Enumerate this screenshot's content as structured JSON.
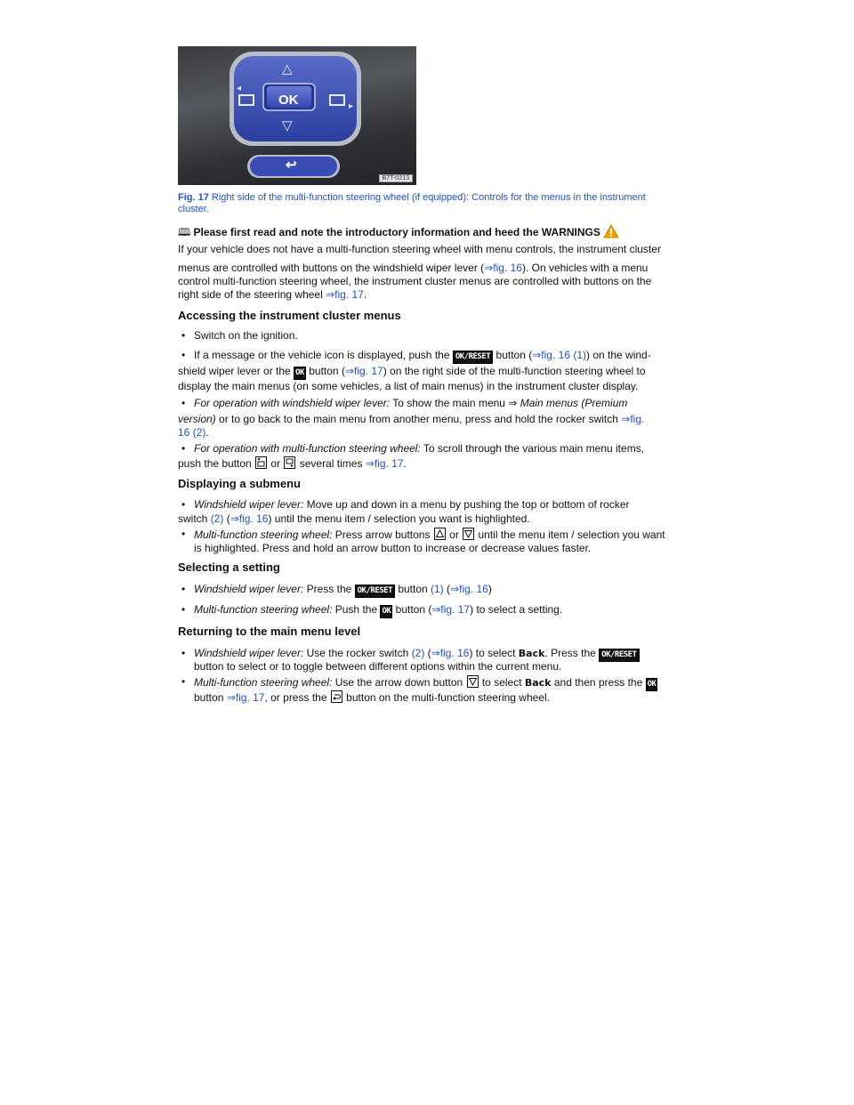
{
  "figure": {
    "image_code": "B7T-0213",
    "photo_buttons": {
      "ok_label": "OK",
      "up_symbol": "△",
      "down_symbol": "▽",
      "left_arrow": "◂",
      "right_arrow": "▸",
      "back_symbol": "↩"
    },
    "caption_label": "Fig. 17",
    "caption_text": "Right side of the multi-function steering wheel (if equipped): Controls for the menus in the instrument cluster."
  },
  "intro": {
    "book_symbol": "🕮",
    "heading": "Please first read and note the introductory information and heed the WARNINGS",
    "p1_line1": "If your vehicle does not have a multi-function steering wheel with menu controls, the instrument cluster",
    "p1_line2a": "menus are controlled with buttons on the windshield wiper lever (",
    "p1_arrow": "⇒",
    "p1_fig16": "fig. 16",
    "p1_line2b": "). On vehicles with a menu control multi-function steering wheel, the instrument cluster menus are controlled with buttons on the",
    "p1_line4a": "right side of the steering wheel ",
    "p1_fig17": "fig. 17",
    "p1_line4b": "."
  },
  "keys": {
    "ok_reset": "OK/RESET",
    "ok": "OK",
    "back": "Back"
  },
  "sections": {
    "accessing": {
      "heading": "Accessing the instrument cluster menus",
      "b1": "Switch on the ignition.",
      "b2_a": "If a message or the vehicle icon is displayed, push the ",
      "b2_b": " button (",
      "b2_link": "fig. 16 (1)",
      "b2_c": ") on the wind-",
      "b2_d": "shield wiper lever or the ",
      "b2_e": " button (",
      "b2_link2": "fig. 17",
      "b2_f": ") on the right side of the multi-function steering wheel to display the main menus (on some vehicles, a list of main menus) in the instrument cluster display.",
      "b3_it": "For operation with windshield wiper lever:",
      "b3_a": " To show the main menu ",
      "b3_menu": " Main menus (Premium",
      "b3_menu2": "version)",
      "b3_b": " or to go back to the main menu from another menu, press and hold the rocker switch ",
      "b3_link": "fig. 16",
      "b3_link2": "(2)",
      "b3_c": ".",
      "b4_it": "For operation with multi-function steering wheel:",
      "b4_a": " To scroll through the various main menu items,",
      "b4_b": "push the button ",
      "b4_or": " or ",
      "b4_c": " several times ",
      "b4_link": "fig. 17",
      "b4_d": "."
    },
    "submenu": {
      "heading": "Displaying a submenu",
      "b1_it": "Windshield wiper lever:",
      "b1_a": " Move up and down in a menu by pushing the top or bottom of rocker",
      "b1_b": "switch ",
      "b1_num": "(2)",
      "b1_c": " (",
      "b1_link": "fig. 16",
      "b1_d": ") until the menu item / selection you want is highlighted.",
      "b2_it": "Multi-function steering wheel:",
      "b2_a": " Press arrow buttons ",
      "b2_or": " or ",
      "b2_b": " until the menu item / selection you want is highlighted. Press and hold an arrow button to increase or decrease values faster."
    },
    "setting": {
      "heading": "Selecting a setting",
      "b1_it": "Windshield wiper lever:",
      "b1_a": " Press the ",
      "b1_b": " button ",
      "b1_num": "(1)",
      "b1_c": " (",
      "b1_link": "fig. 16",
      "b1_d": ")",
      "b2_it": "Multi-function steering wheel:",
      "b2_a": " Push the ",
      "b2_b": " button (",
      "b2_link": "fig. 17",
      "b2_c": ") to select a setting."
    },
    "returning": {
      "heading": "Returning to the main menu level",
      "b1_it": "Windshield wiper lever:",
      "b1_a": " Use the rocker switch ",
      "b1_num": "(2)",
      "b1_b": " (",
      "b1_link": "fig. 16",
      "b1_c": ") to select ",
      "b1_d": ". Press the ",
      "b1_e": "button to select or to toggle between different options within the current menu.",
      "b2_it": "Multi-function steering wheel:",
      "b2_a": " Use the arrow down button ",
      "b2_b": " to select ",
      "b2_c": " and then press the ",
      "b2_d": "button ",
      "b2_link": "fig. 17",
      "b2_e": ", or press the ",
      "b2_f": " button on the multi-function steering wheel."
    }
  },
  "symbols": {
    "arrow": "⇒",
    "bullet": "•"
  }
}
